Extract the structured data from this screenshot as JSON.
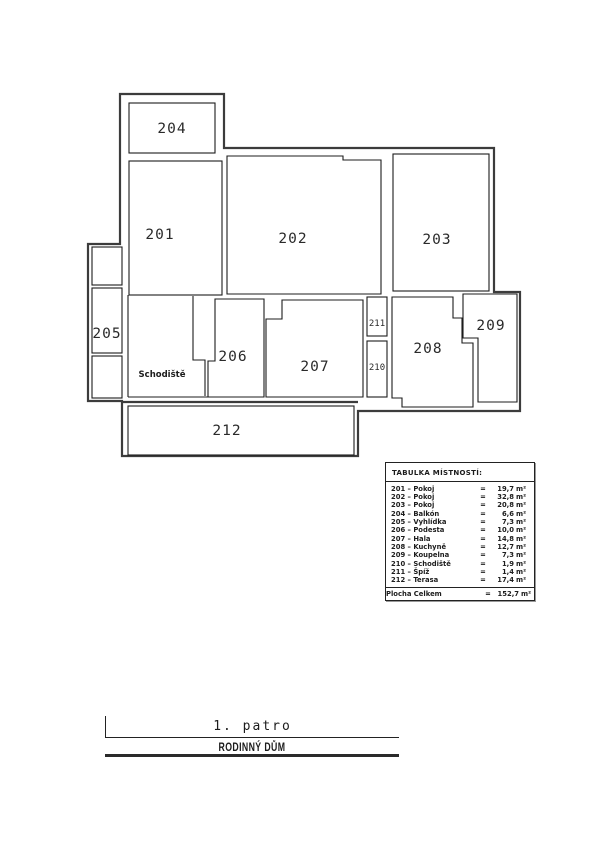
{
  "plan": {
    "stair_label": "Schodiště",
    "rooms": [
      {
        "number": "201"
      },
      {
        "number": "202"
      },
      {
        "number": "203"
      },
      {
        "number": "204"
      },
      {
        "number": "205"
      },
      {
        "number": "206"
      },
      {
        "number": "207"
      },
      {
        "number": "208"
      },
      {
        "number": "209"
      },
      {
        "number": "210"
      },
      {
        "number": "211"
      },
      {
        "number": "212"
      }
    ]
  },
  "table": {
    "title": "TABULKA MÍSTNOSTÍ:",
    "eq": "=",
    "unit": "m²",
    "rows": [
      {
        "left": "201 – Pokoj",
        "value": "19,7"
      },
      {
        "left": "202 – Pokoj",
        "value": "32,8"
      },
      {
        "left": "203 – Pokoj",
        "value": "20,8"
      },
      {
        "left": "204 – Balkón",
        "value": "6,6"
      },
      {
        "left": "205 – Vyhlídka",
        "value": "7,3"
      },
      {
        "left": "206 – Podesta",
        "value": "10,0"
      },
      {
        "left": "207 – Hala",
        "value": "14,8"
      },
      {
        "left": "208 – Kuchyně",
        "value": "12,7"
      },
      {
        "left": "209 – Koupelna",
        "value": "7,3"
      },
      {
        "left": "210 – Schodiště",
        "value": "1,9"
      },
      {
        "left": "211 – Špíž",
        "value": "1,4"
      },
      {
        "left": "212 – Terasa",
        "value": "17,4"
      }
    ],
    "total_left": "Plocha Celkem",
    "total_value": "152,7"
  },
  "titleblock": {
    "floor": "1. patro",
    "project": "RODINNÝ DŮM"
  }
}
